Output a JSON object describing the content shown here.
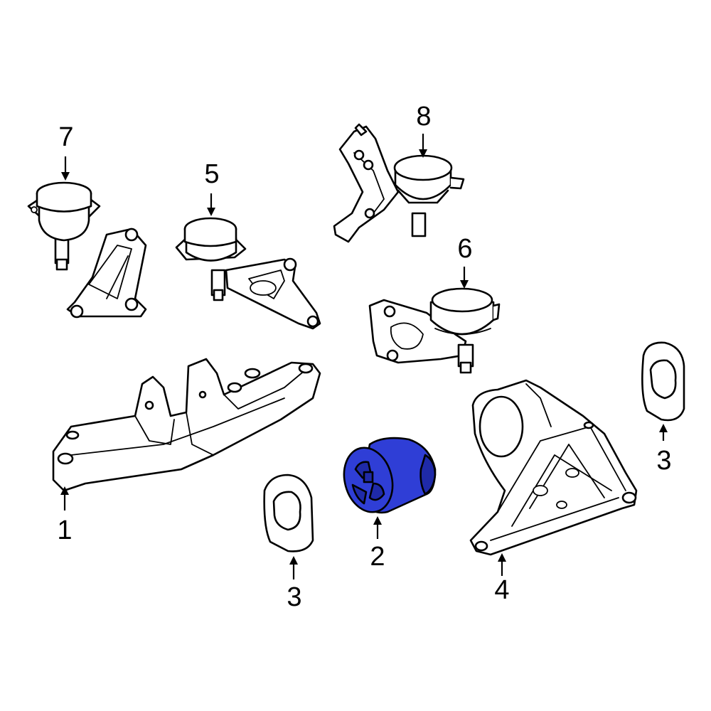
{
  "colors": {
    "highlight": "#2f3ed6",
    "line": "#000000",
    "background": "#ffffff"
  },
  "callouts": [
    {
      "id": "1",
      "label": "1"
    },
    {
      "id": "2",
      "label": "2"
    },
    {
      "id": "3a",
      "label": "3"
    },
    {
      "id": "3b",
      "label": "3"
    },
    {
      "id": "4",
      "label": "4"
    },
    {
      "id": "5",
      "label": "5"
    },
    {
      "id": "6",
      "label": "6"
    },
    {
      "id": "7",
      "label": "7"
    },
    {
      "id": "8",
      "label": "8"
    }
  ],
  "highlighted_part": "2"
}
